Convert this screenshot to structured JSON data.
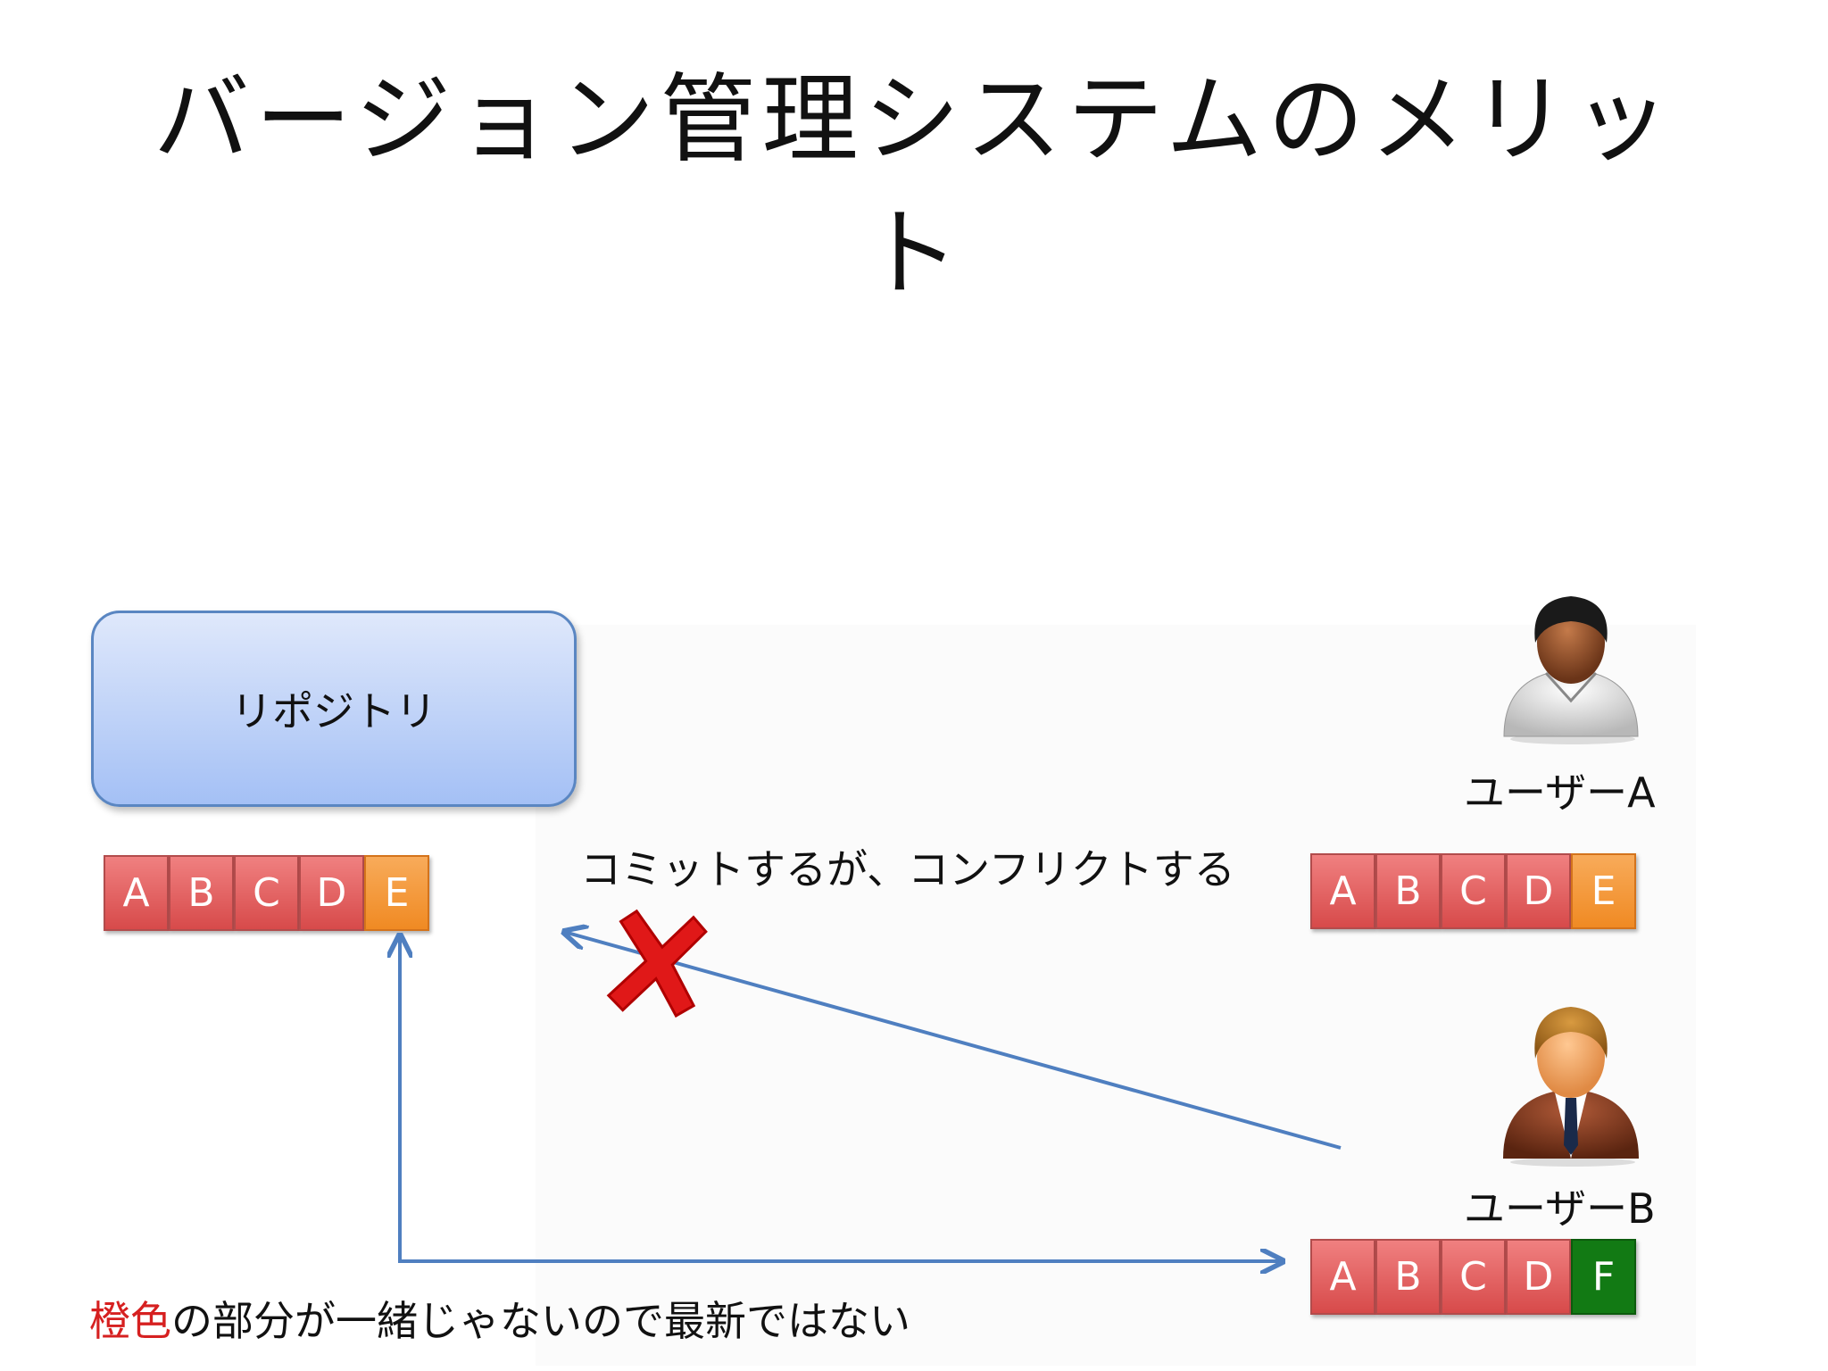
{
  "title": "バージョン管理システムのメリット",
  "repository": {
    "label": "リポジトリ"
  },
  "users": [
    {
      "label_main": "ユーザー",
      "label_suffix": "A"
    },
    {
      "label_main": "ユーザー",
      "label_suffix": "B"
    }
  ],
  "commit_label": "コミットするが、コンフリクトする",
  "caption": {
    "highlight": "橙色",
    "rest": "の部分が一緒じゃないので最新ではない"
  },
  "repo_blocks": [
    {
      "label": "A",
      "color": "red"
    },
    {
      "label": "B",
      "color": "red"
    },
    {
      "label": "C",
      "color": "red"
    },
    {
      "label": "D",
      "color": "red"
    },
    {
      "label": "E",
      "color": "orange"
    }
  ],
  "user_a_blocks": [
    {
      "label": "A",
      "color": "red"
    },
    {
      "label": "B",
      "color": "red"
    },
    {
      "label": "C",
      "color": "red"
    },
    {
      "label": "D",
      "color": "red"
    },
    {
      "label": "E",
      "color": "orange"
    }
  ],
  "user_b_blocks": [
    {
      "label": "A",
      "color": "red"
    },
    {
      "label": "B",
      "color": "red"
    },
    {
      "label": "C",
      "color": "red"
    },
    {
      "label": "D",
      "color": "red"
    },
    {
      "label": "F",
      "color": "green"
    }
  ],
  "colors": {
    "arrow": "#4f7fc0",
    "cross": "#e01818",
    "highlight": "#d62020"
  }
}
